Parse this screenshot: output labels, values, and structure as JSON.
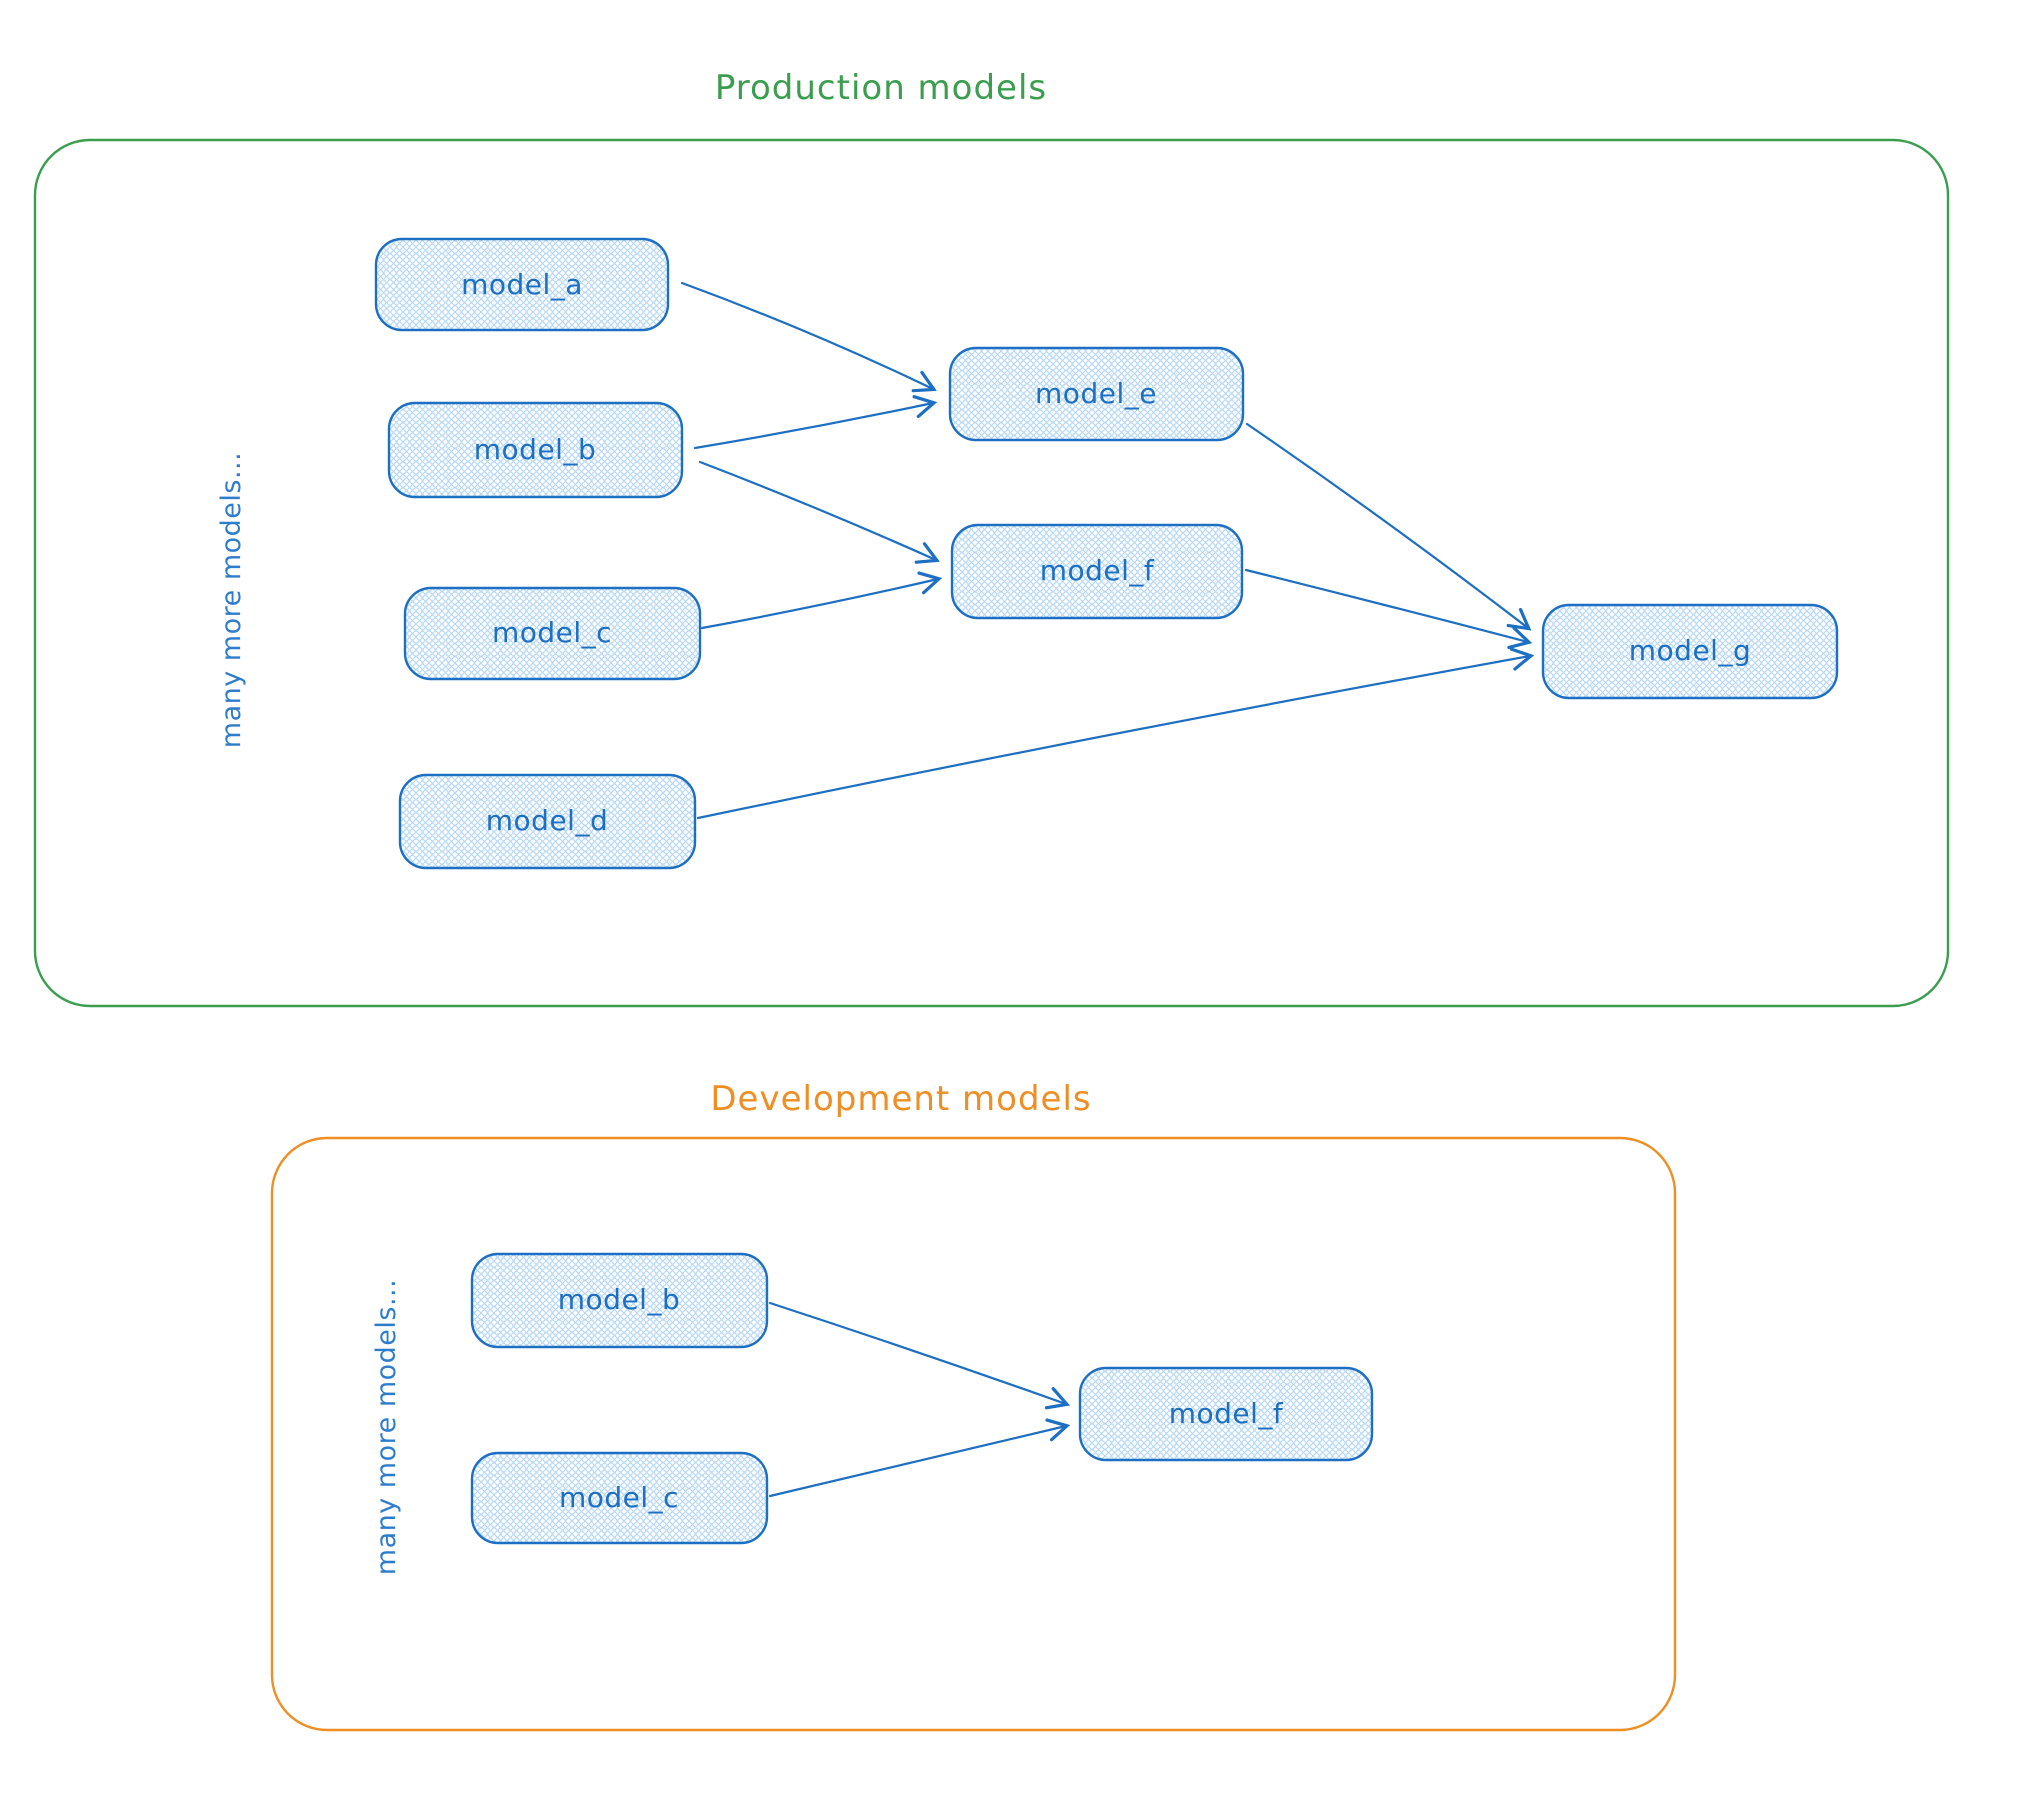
{
  "colors": {
    "production_green": "#3a9e4e",
    "development_orange": "#ee8e23",
    "node_stroke_blue": "#1c6fc2",
    "node_hatch_blue": "#b9d9f4",
    "label_blue": "#1c6fc2"
  },
  "production": {
    "title": "Production models",
    "side_label": "many more models...",
    "nodes": {
      "a": {
        "label": "model_a"
      },
      "b": {
        "label": "model_b"
      },
      "c": {
        "label": "model_c"
      },
      "d": {
        "label": "model_d"
      },
      "e": {
        "label": "model_e"
      },
      "f": {
        "label": "model_f"
      },
      "g": {
        "label": "model_g"
      }
    },
    "edges": [
      {
        "from": "model_a",
        "to": "model_e"
      },
      {
        "from": "model_b",
        "to": "model_e"
      },
      {
        "from": "model_b",
        "to": "model_f"
      },
      {
        "from": "model_c",
        "to": "model_f"
      },
      {
        "from": "model_e",
        "to": "model_g"
      },
      {
        "from": "model_f",
        "to": "model_g"
      },
      {
        "from": "model_d",
        "to": "model_g"
      }
    ]
  },
  "development": {
    "title": "Development models",
    "side_label": "many more models...",
    "nodes": {
      "b": {
        "label": "model_b"
      },
      "c": {
        "label": "model_c"
      },
      "f": {
        "label": "model_f"
      }
    },
    "edges": [
      {
        "from": "model_b",
        "to": "model_f"
      },
      {
        "from": "model_c",
        "to": "model_f"
      }
    ]
  }
}
